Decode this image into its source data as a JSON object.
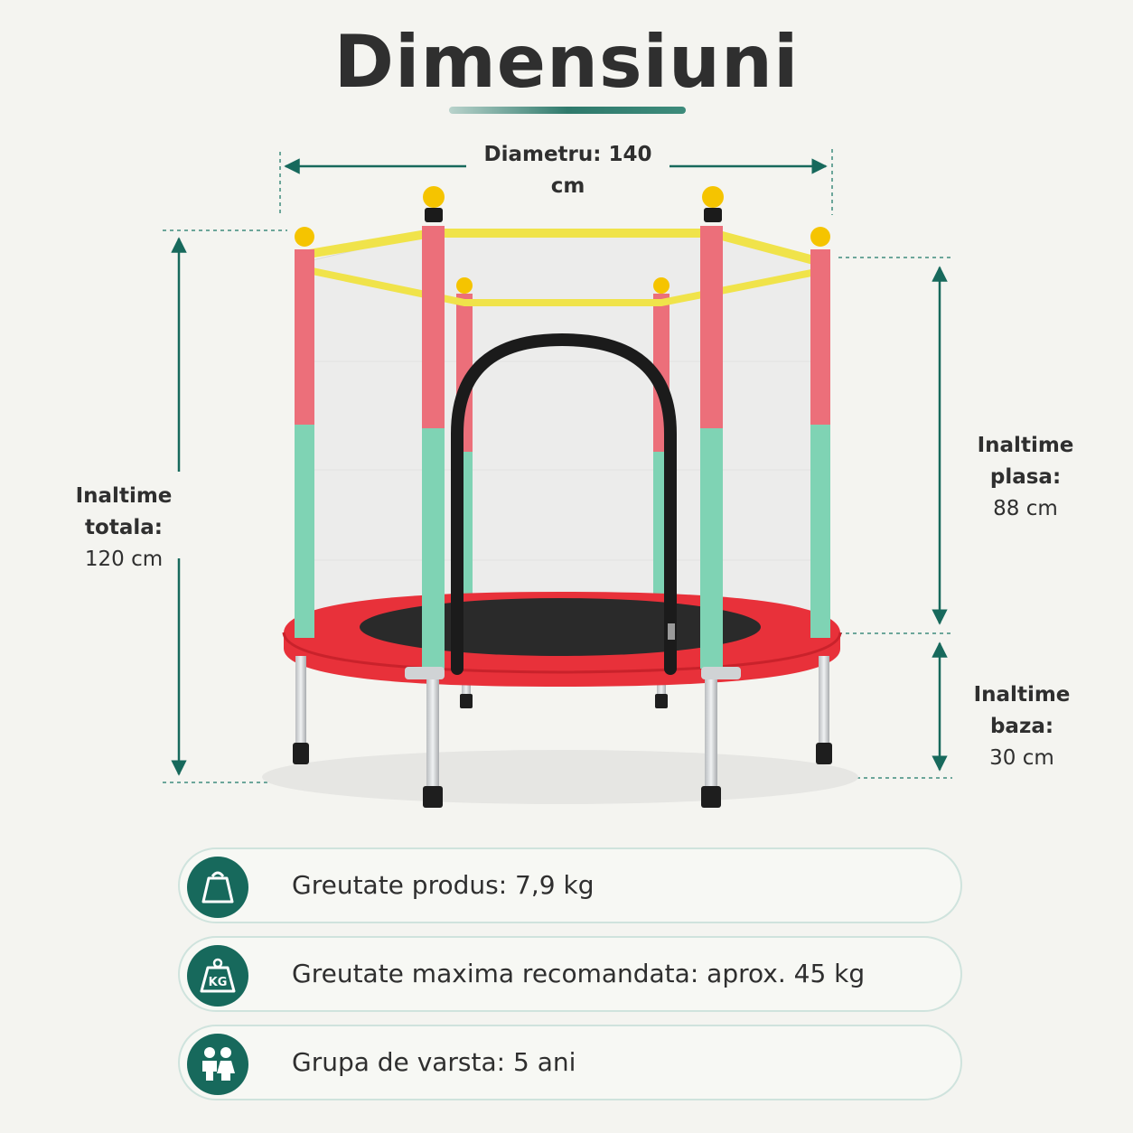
{
  "title": "Dimensiuni",
  "dimensions": {
    "diameter": "Diametru: 140 cm",
    "total_height": {
      "label": "Inaltime totala:",
      "value": "120 cm"
    },
    "net_height": {
      "label": "Inaltime plasa:",
      "value": "88 cm"
    },
    "base_height": {
      "label": "Inaltime baza:",
      "value": "30 cm"
    }
  },
  "info": [
    {
      "icon": "weight-bag-icon",
      "text": "Greutate produs: 7,9 kg"
    },
    {
      "icon": "kg-weight-icon",
      "icon_text": "KG",
      "text": "Greutate maxima recomandata: aprox. 45 kg"
    },
    {
      "icon": "children-icon",
      "text": "Grupa de varsta: 5 ani"
    }
  ],
  "colors": {
    "accent": "#17695c",
    "frame_red": "#e8313a",
    "pole_pink": "#ec6f7a",
    "pole_green": "#7fd3b4",
    "net_top_yellow": "#f0e34a",
    "knob_yellow": "#f5c400",
    "mat_black": "#2a2a2a"
  }
}
